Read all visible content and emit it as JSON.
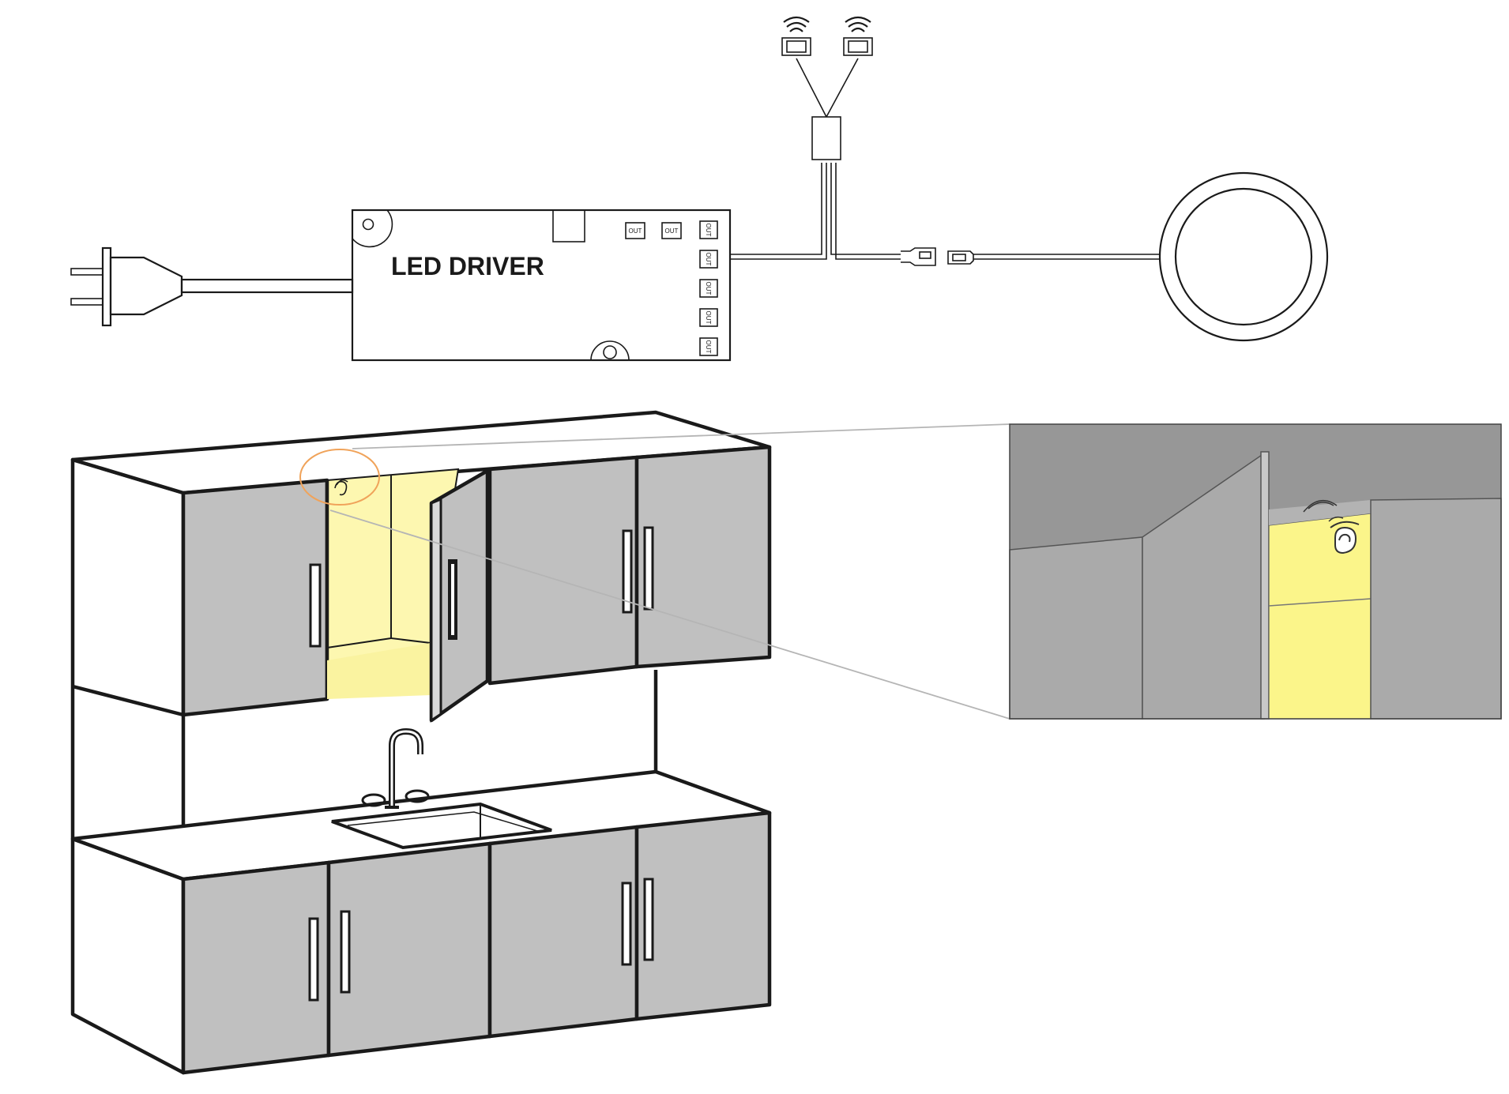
{
  "driver": {
    "label": "LED DRIVER",
    "out_label": "OUT",
    "outputs": [
      "OUT",
      "OUT",
      "OUT",
      "OUT",
      "OUT",
      "OUT",
      "OUT"
    ]
  },
  "colors": {
    "line": "#1a1a1a",
    "cabinet_door": "#c0c0c0",
    "lit_interior": "#fdf7b0",
    "inset_lit": "#fbf58a",
    "inset_ceiling": "#979797",
    "inset_wall": "#aaaaaa",
    "highlight_circle": "#f0a35a",
    "zoom_lines": "#b5b5b5"
  },
  "icons": [
    "power-plug-icon",
    "wireless-sensor-icon",
    "led-puck-light-icon",
    "door-sensor-icon",
    "faucet-icon"
  ]
}
